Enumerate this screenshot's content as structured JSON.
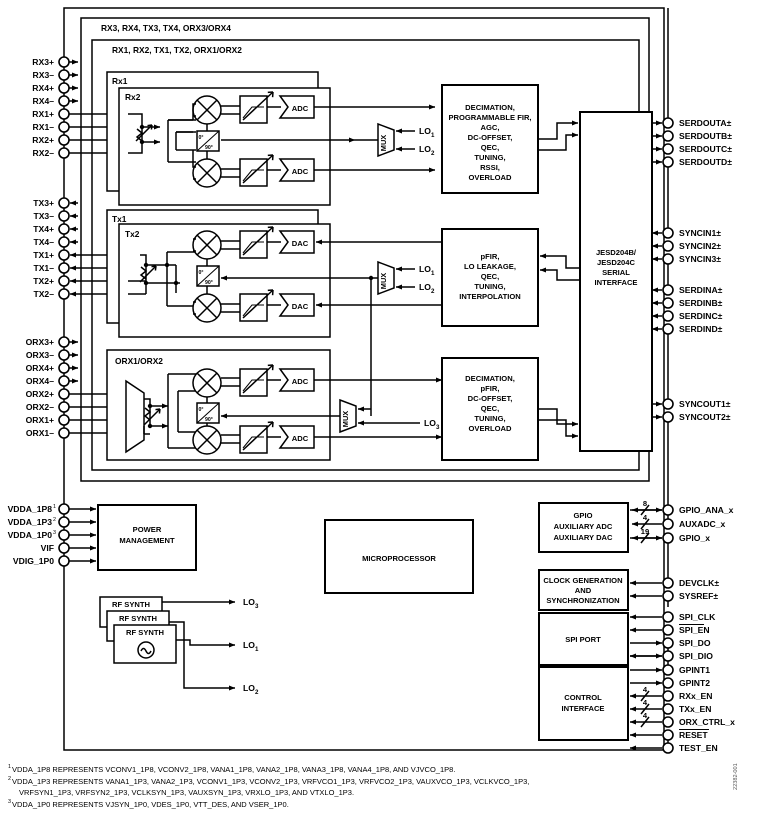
{
  "figure": {
    "id_text": "22382-001",
    "outer_group_labels": [
      "RX3, RX4, TX3, TX4, ORX3/ORX4",
      "RX1, RX2, TX1, TX2, ORX1/ORX2"
    ]
  },
  "left_pins": {
    "rx": [
      "RX3+",
      "RX3–",
      "RX4+",
      "RX4–",
      "RX1+",
      "RX1–",
      "RX2+",
      "RX2–"
    ],
    "tx": [
      "TX3+",
      "TX3–",
      "TX4+",
      "TX4–",
      "TX1+",
      "TX1–",
      "TX2+",
      "TX2–"
    ],
    "orx": [
      "ORX3+",
      "ORX3–",
      "ORX4+",
      "ORX4–",
      "ORX2+",
      "ORX2–",
      "ORX1+",
      "ORX1–"
    ],
    "power": [
      {
        "label": "VDDA_1P8",
        "sup": "1"
      },
      {
        "label": "VDDA_1P3",
        "sup": "2"
      },
      {
        "label": "VDDA_1P0",
        "sup": "3"
      },
      {
        "label": "VIF",
        "sup": ""
      },
      {
        "label": "VDIG_1P0",
        "sup": ""
      }
    ]
  },
  "right_pins": {
    "serdout": [
      "SERDOUTA±",
      "SERDOUTB±",
      "SERDOUTC±",
      "SERDOUTD±"
    ],
    "syncin": [
      "SYNCIN1±",
      "SYNCIN2±",
      "SYNCIN3±"
    ],
    "serdin": [
      "SERDINA±",
      "SERDINB±",
      "SERDINC±",
      "SERDIND±"
    ],
    "syncout": [
      "SYNCOUT1±",
      "SYNCOUT2±"
    ],
    "gpio": [
      {
        "label": "GPIO_ANA_x",
        "bus": "8"
      },
      {
        "label": "AUXADC_x",
        "bus": "4"
      },
      {
        "label": "GPIO_x",
        "bus": "19"
      }
    ],
    "clock": [
      "DEVCLK±",
      "SYSREF±"
    ],
    "spi": [
      "SPI_CLK",
      "SPI_EN",
      "SPI_DO",
      "SPI_DIO"
    ],
    "control": [
      {
        "label": "GPINT1",
        "bus": ""
      },
      {
        "label": "GPINT2",
        "bus": ""
      },
      {
        "label": "RXx_EN",
        "bus": "4"
      },
      {
        "label": "TXx_EN",
        "bus": "4"
      },
      {
        "label": "ORX_CTRL_x",
        "bus": "4"
      },
      {
        "label": "RESET",
        "bus": ""
      },
      {
        "label": "TEST_EN",
        "bus": ""
      }
    ]
  },
  "chains": {
    "rx": {
      "outer": "Rx1",
      "inner": "Rx2",
      "conv_a": "ADC",
      "conv_b": "ADC",
      "phase": [
        "0°",
        "90°"
      ]
    },
    "tx": {
      "outer": "Tx1",
      "inner": "Tx2",
      "conv_a": "DAC",
      "conv_b": "DAC",
      "phase": [
        "0°",
        "90°"
      ]
    },
    "orx": {
      "outer": "ORX1/ORX2",
      "inner": "",
      "conv_a": "ADC",
      "conv_b": "ADC",
      "phase": [
        "0°",
        "90°"
      ]
    }
  },
  "blocks": {
    "rx_dsp": [
      "DECIMATION,",
      "PROGRAMMABLE FIR,",
      "AGC,",
      "DC-OFFSET,",
      "QEC,",
      "TUNING,",
      "RSSI,",
      "OVERLOAD"
    ],
    "tx_dsp": [
      "pFIR,",
      "LO LEAKAGE,",
      "QEC,",
      "TUNING,",
      "INTERPOLATION"
    ],
    "orx_dsp": [
      "DECIMATION,",
      "pFIR,",
      "DC-OFFSET,",
      "QEC,",
      "TUNING,",
      "OVERLOAD"
    ],
    "jesd": [
      "JESD204B/",
      "JESD204C",
      "SERIAL",
      "INTERFACE"
    ],
    "power_management": [
      "POWER",
      "MANAGEMENT"
    ],
    "microprocessor": [
      "MICROPROCESSOR"
    ],
    "gpio_aux": [
      "GPIO",
      "AUXILIARY ADC",
      "AUXILIARY DAC"
    ],
    "clock_gen": [
      "CLOCK GENERATION",
      "AND",
      "SYNCHRONIZATION"
    ],
    "spi_port": [
      "SPI PORT"
    ],
    "control_interface": [
      "CONTROL",
      "INTERFACE"
    ],
    "rf_synth": [
      "RF SYNTH",
      "RF SYNTH",
      "RF SYNTH"
    ]
  },
  "mux_label": "MUX",
  "lo_labels": {
    "lo1": {
      "base": "LO",
      "sub": "1"
    },
    "lo2": {
      "base": "LO",
      "sub": "2"
    },
    "lo3": {
      "base": "LO",
      "sub": "3"
    }
  },
  "footnotes": [
    {
      "sup": "1",
      "text": "VDDA_1P8 REPRESENTS VCONV1_1P8, VCONV2_1P8, VANA1_1P8, VANA2_1P8, VANA3_1P8, VANA4_1P8, AND VJVCO_1P8."
    },
    {
      "sup": "2",
      "text": "VDDA_1P3 REPRESENTS VANA1_1P3, VANA2_1P3, VCONV1_1P3, VCONV2_1P3, VRFVCO1_1P3, VRFVCO2_1P3, VAUXVCO_1P3, VCLKVCO_1P3,"
    },
    {
      "sup": "",
      "text": "VRFSYN1_1P3, VRFSYN2_1P3, VCLKSYN_1P3, VAUXSYN_1P3, VRXLO_1P3, AND VTXLO_1P3."
    },
    {
      "sup": "3",
      "text": "VDDA_1P0 REPRESENTS VJSYN_1P0, VDES_1P0, VTT_DES, AND VSER_1P0."
    }
  ]
}
